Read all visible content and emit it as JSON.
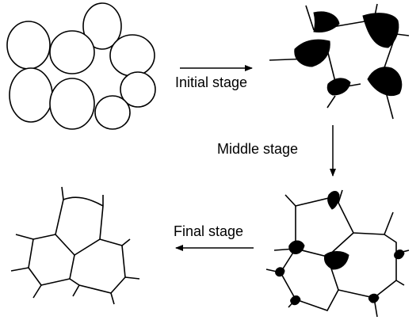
{
  "labels": {
    "initial": "Initial stage",
    "middle": "Middle stage",
    "final": "Final stage"
  },
  "colors": {
    "stroke": "#000000",
    "fill_dark": "#000000",
    "background": "#ffffff"
  }
}
